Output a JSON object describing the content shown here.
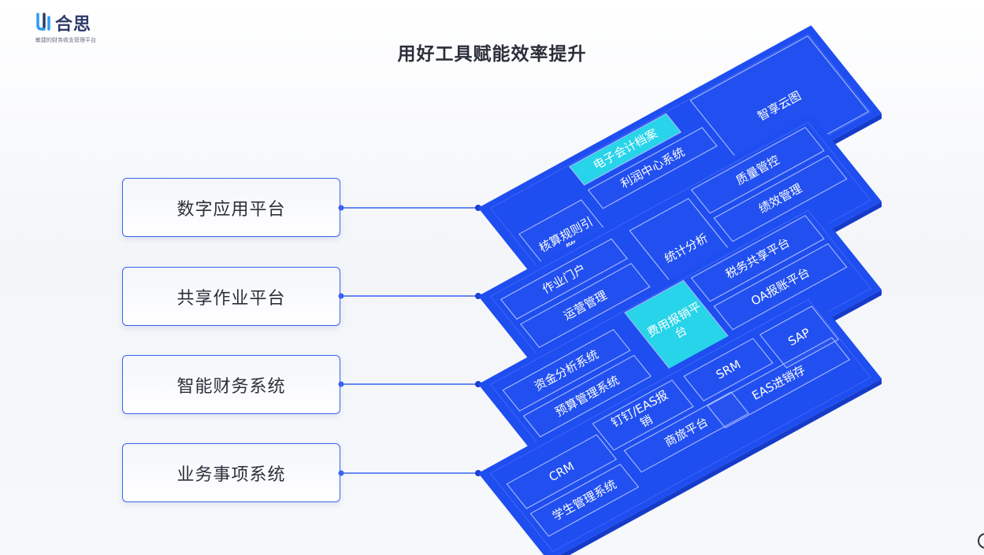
{
  "logo": {
    "name": "合思",
    "slogan": "敏捷的财务收支管理平台"
  },
  "title": "用好工具赋能效率提升",
  "layers": [
    {
      "label": "数字应用平台",
      "cells": [
        {
          "text": "智享云图",
          "highlight": false
        },
        {
          "text": "电子会计档案",
          "highlight": true
        },
        {
          "text": "利润中心系统",
          "highlight": false
        },
        {
          "text": "核算规则引擎",
          "highlight": false
        }
      ]
    },
    {
      "label": "共享作业平台",
      "cells": [
        {
          "text": "质量管控",
          "highlight": false
        },
        {
          "text": "绩效管理",
          "highlight": false
        },
        {
          "text": "统计分析",
          "highlight": false
        },
        {
          "text": "作业门户",
          "highlight": false
        },
        {
          "text": "运营管理",
          "highlight": false
        }
      ]
    },
    {
      "label": "智能财务系统",
      "cells": [
        {
          "text": "税务共享平台",
          "highlight": false
        },
        {
          "text": "OA报账平台",
          "highlight": false
        },
        {
          "text": "费用报销平台",
          "highlight": true
        },
        {
          "text": "资金分析系统",
          "highlight": false
        },
        {
          "text": "预算管理系统",
          "highlight": false
        }
      ]
    },
    {
      "label": "业务事项系统",
      "cells": [
        {
          "text": "SAP",
          "highlight": false
        },
        {
          "text": "SRM",
          "highlight": false
        },
        {
          "text": "EAS进销存",
          "highlight": false
        },
        {
          "text": "钉钉/EAS报销",
          "highlight": false
        },
        {
          "text": "商旅平台",
          "highlight": false
        },
        {
          "text": "CRM",
          "highlight": false
        },
        {
          "text": "学生管理系统",
          "highlight": false
        }
      ]
    }
  ],
  "colors": {
    "plate": "#1e4df0",
    "plate_edge": "#163bc9",
    "cell_border": "#a9bcff",
    "highlight": "#27d4e9",
    "text_dark": "#2b2f3a",
    "accent": "#3a63f0"
  }
}
